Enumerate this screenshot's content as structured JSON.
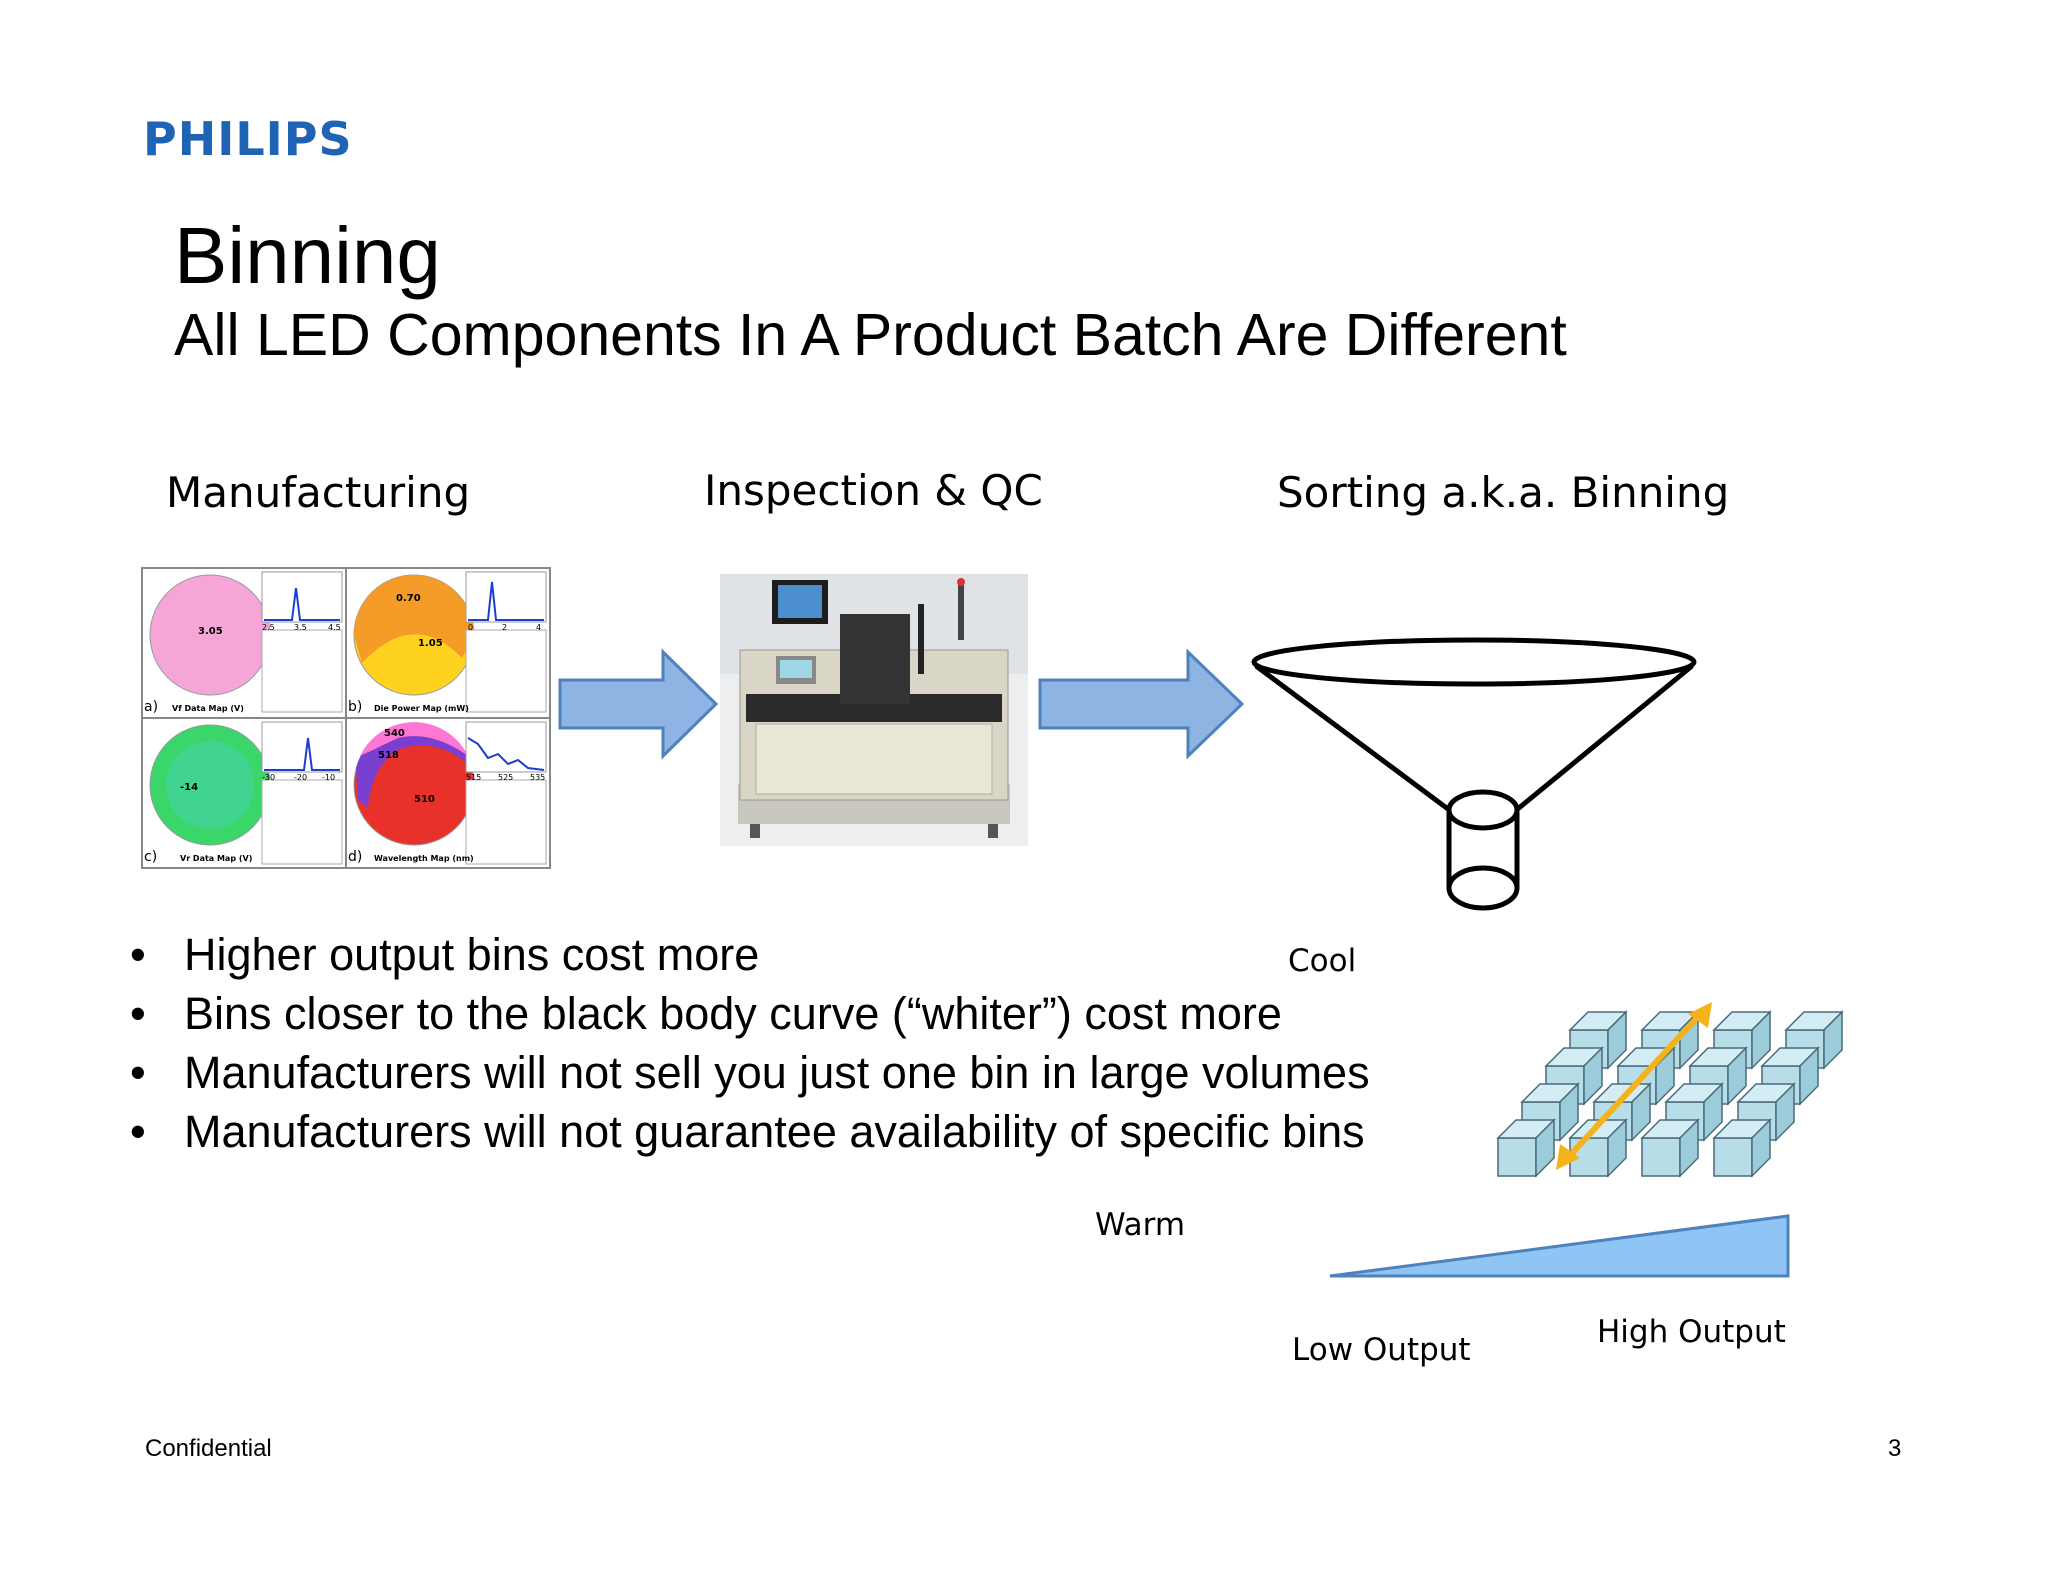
{
  "logo": {
    "text": "PHILIPS",
    "color": "#1f63b5"
  },
  "title": "Binning",
  "subtitle": "All LED Components In A Product Batch Are Different",
  "process_steps": [
    {
      "label": "Manufacturing"
    },
    {
      "label": "Inspection & QC"
    },
    {
      "label": "Sorting a.k.a. Binning"
    }
  ],
  "wafer_maps": [
    {
      "letter": "a)",
      "caption": "Vf Data Map (V)",
      "value": "3.05",
      "axis": [
        "2.5",
        "3.5",
        "4.5"
      ]
    },
    {
      "letter": "b)",
      "caption": "Die Power Map (mW)",
      "value": "1.05",
      "value2": "0.70",
      "axis": [
        "0",
        "2",
        "4"
      ]
    },
    {
      "letter": "c)",
      "caption": "Vr Data Map (V)",
      "value": "-14",
      "axis": [
        "-30",
        "-20",
        "-10"
      ]
    },
    {
      "letter": "d)",
      "caption": "Wavelength Map (nm)",
      "value": "510",
      "value2": "540",
      "value3": "518",
      "axis": [
        "515",
        "525",
        "535"
      ]
    }
  ],
  "bullets": [
    "Higher output bins cost more",
    "Bins closer to the black body curve (“whiter”) cost more",
    "Manufacturers will not sell you just one bin in large volumes",
    "Manufacturers will not guarantee availability of specific bins"
  ],
  "bullet_symbol": "•",
  "bin_axes": {
    "cool": "Cool",
    "warm": "Warm",
    "low_output": "Low Output",
    "high_output": "High Output"
  },
  "colors": {
    "arrow_fill": "#8db4e2",
    "arrow_stroke": "#4f81bd",
    "cube_fill": "#b7dde8",
    "cube_stroke": "#4a6a7a",
    "diagonal_arrow": "#f5b21a",
    "wedge_fill": "#8ec5f5"
  },
  "footer": {
    "left": "Confidential",
    "page_number": "3"
  }
}
